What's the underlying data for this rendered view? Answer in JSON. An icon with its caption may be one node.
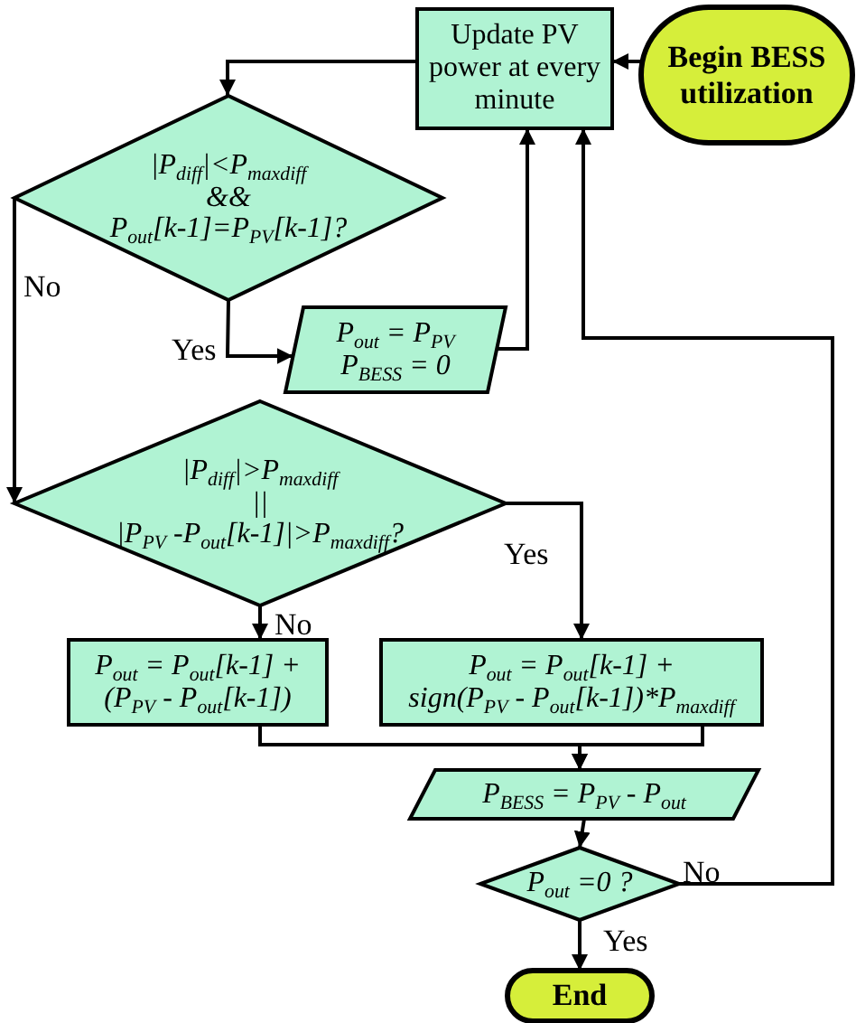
{
  "diagram": {
    "nodes": [
      {
        "text": [
          "Update PV power at every minute"
        ]
      },
      {
        "text": [
          "Begin BESS utilization"
        ]
      },
      {
        "text": [
          "|P$_{diff}$|<P$_{maxdiff}$",
          "&&",
          "P$_{out}$[k-1]=P$_{PV}$[k-1]?"
        ]
      },
      {
        "text": [
          "P$_{out}$ = P$_{PV}$",
          "P$_{BESS}$ = 0"
        ]
      },
      {
        "text": [
          "|P$_{diff}$|>P$_{maxdiff}$",
          "||",
          "|P$_{PV}$ -P$_{out}$[k-1]|>P$_{maxdiff}$?"
        ]
      },
      {
        "text": [
          "P$_{out}$ =  P$_{out}$[k-1] +",
          "(P$_{PV}$ - P$_{out}$[k-1])"
        ]
      },
      {
        "text": [
          "P$_{out}$ =  P$_{out}$[k-1] +",
          "sign(P$_{PV}$ - P$_{out}$[k-1])*P$_{maxdiff}$"
        ]
      },
      {
        "text": [
          "P$_{BESS}$ = P$_{PV}$ - P$_{out}$"
        ]
      },
      {
        "text": [
          "P$_{out}$ =0 ?"
        ]
      },
      {
        "text": [
          "End"
        ]
      }
    ],
    "edges": [
      {
        "from": 1,
        "to": 0,
        "arrow": "to"
      },
      {
        "from": 0,
        "to": 2,
        "arrow": "to"
      },
      {
        "from": 2,
        "to": 3,
        "arrow": "to",
        "label": "Yes"
      },
      {
        "from": 2,
        "to": 4,
        "arrow": "to",
        "label": "No"
      },
      {
        "from": 3,
        "to": 0,
        "arrow": "to"
      },
      {
        "from": 4,
        "to": 5,
        "arrow": "to",
        "label": "No"
      },
      {
        "from": 4,
        "to": 6,
        "arrow": "to",
        "label": "Yes"
      },
      {
        "from": 5,
        "to": 7,
        "arrow": "to"
      },
      {
        "from": 6,
        "to": 7,
        "arrow": "to"
      },
      {
        "from": 7,
        "to": 8,
        "arrow": "to"
      },
      {
        "from": 8,
        "to": 0,
        "arrow": "to",
        "label": "No"
      },
      {
        "from": 8,
        "to": 9,
        "arrow": "to",
        "label": "Yes"
      }
    ]
  }
}
